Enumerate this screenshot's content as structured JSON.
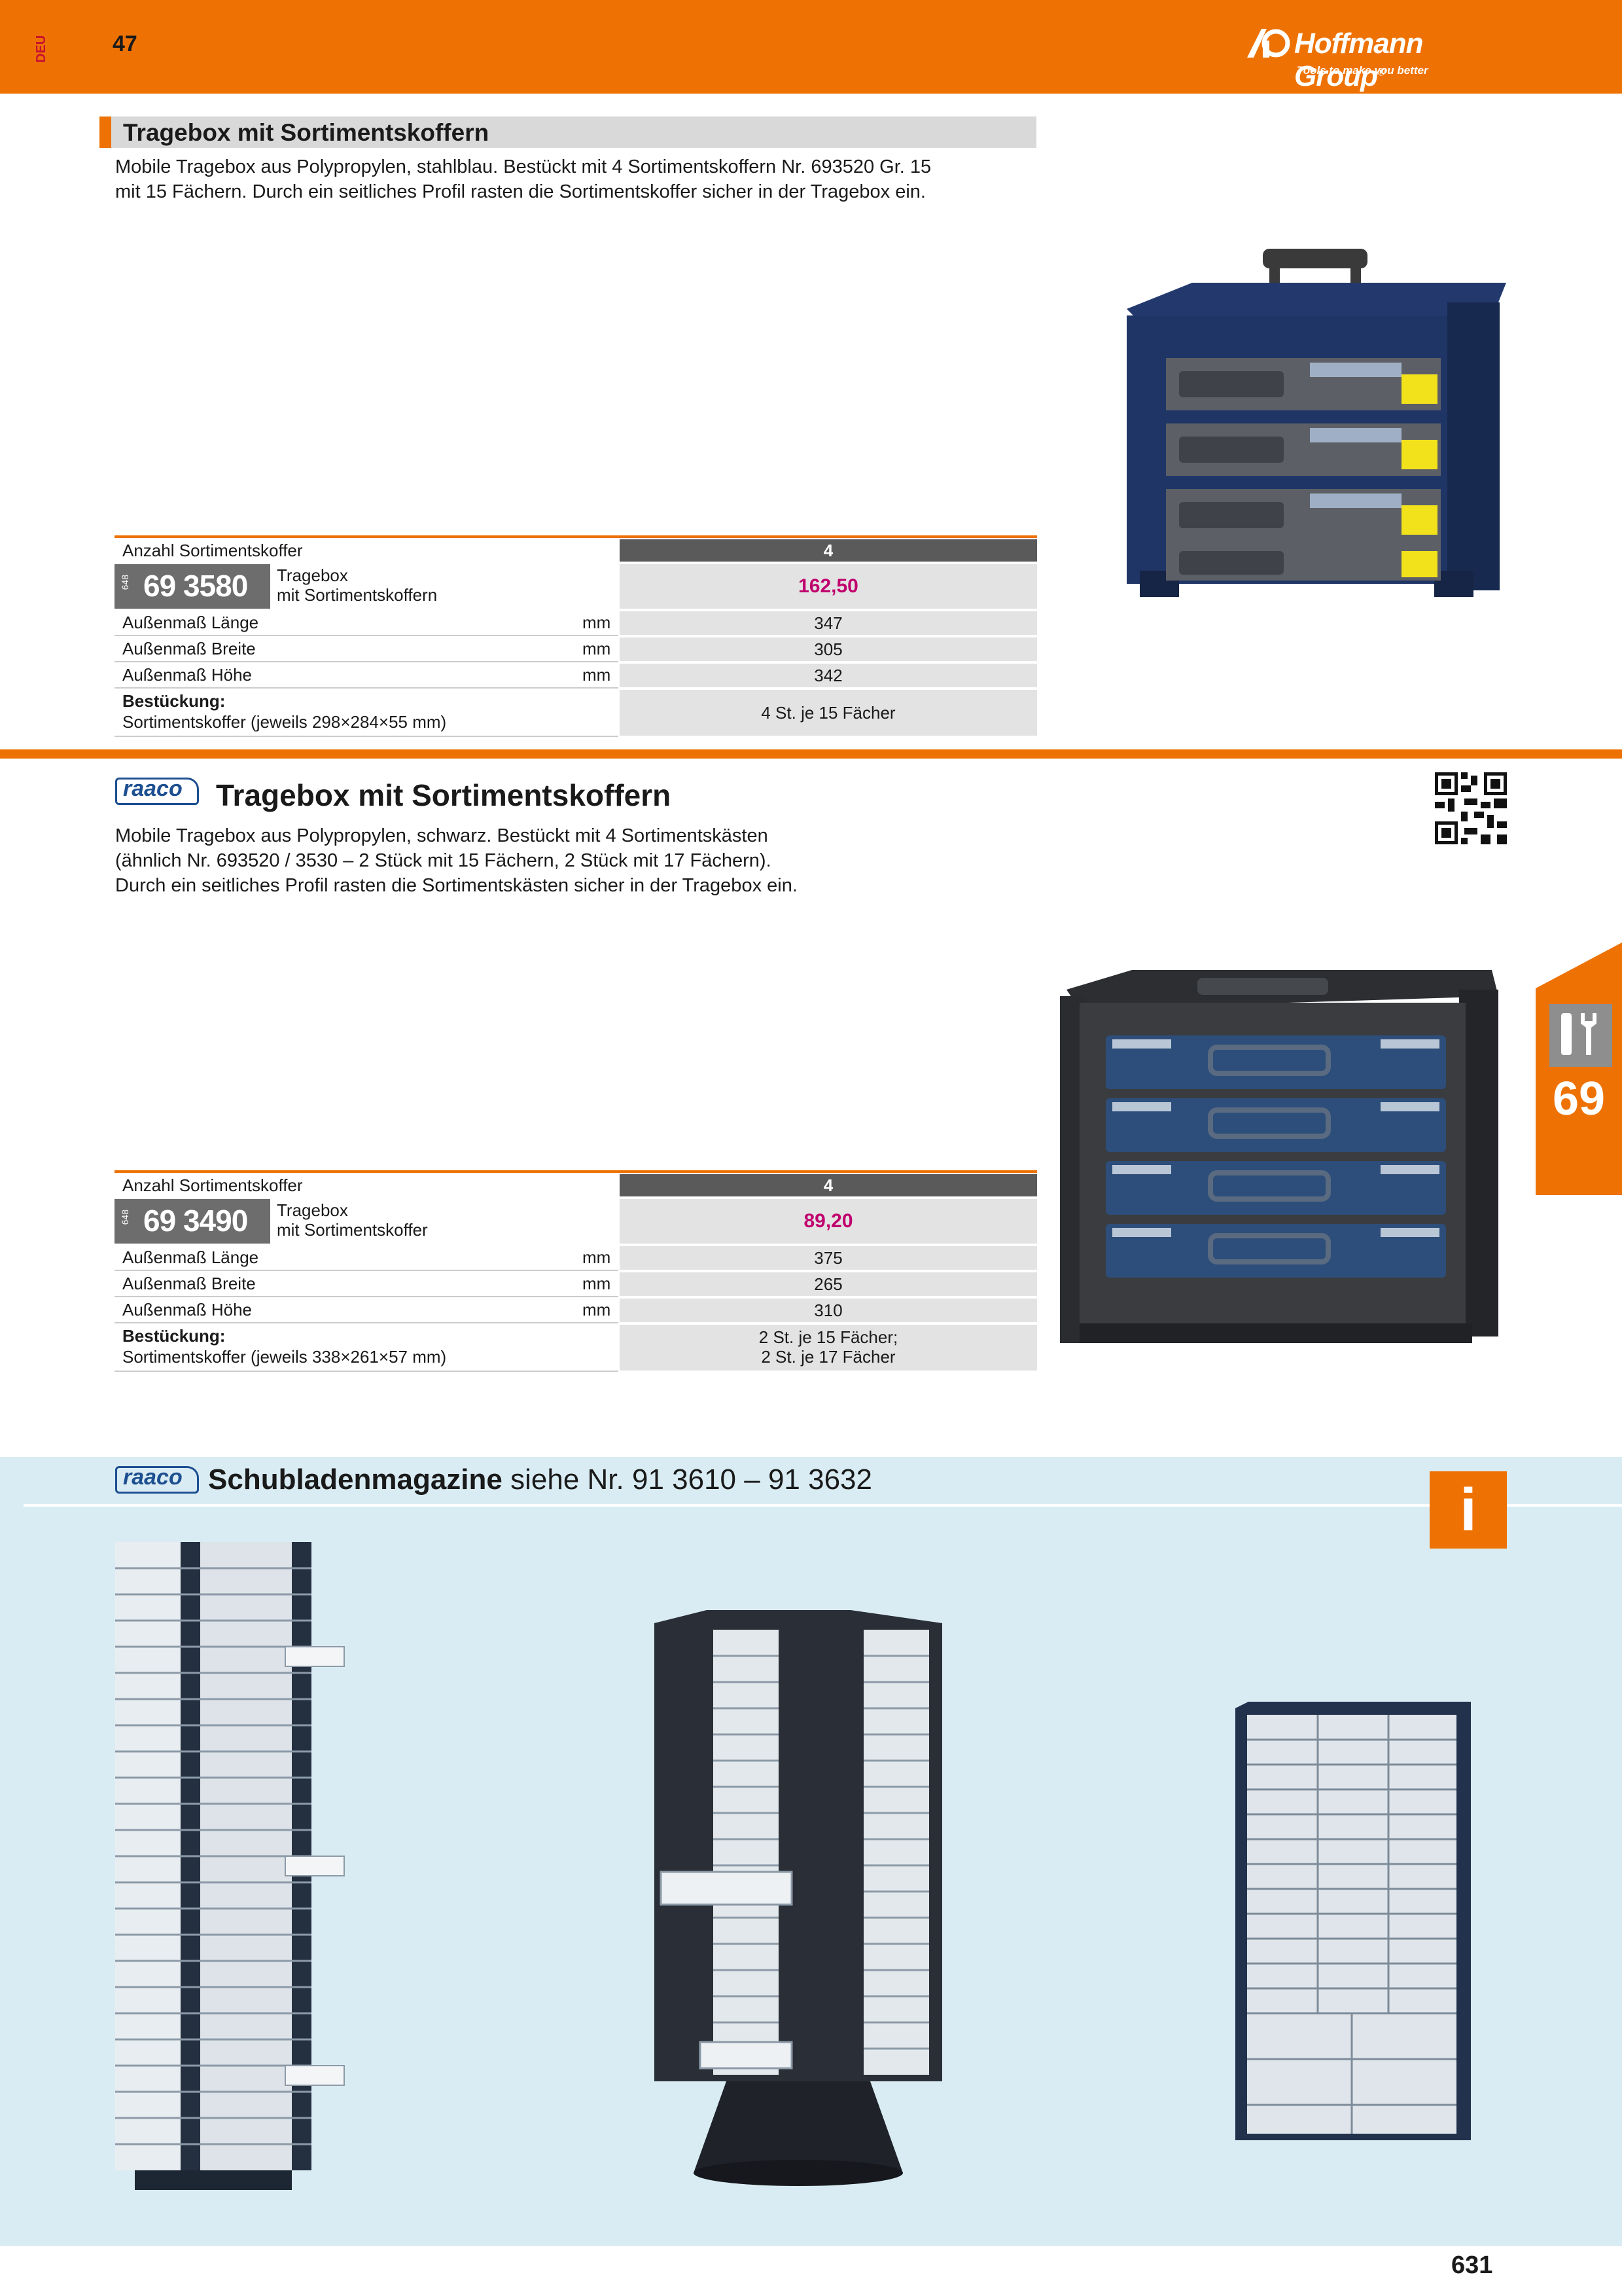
{
  "header": {
    "country_code": "DEU",
    "catalog_page": "47",
    "brand": "Hoffmann Group",
    "brand_mark": "®",
    "tagline": "Tools to make you better"
  },
  "section1": {
    "title": "Tragebox mit Sortimentskoffern",
    "description_lines": [
      "Mobile Tragebox aus Polypropylen, stahlblau. Bestückt mit 4 Sortimentskoffern Nr. 693520 Gr. 15",
      "mit 15 Fächern. Durch ein seitliches Profil rasten die Sortimentskoffer sicher in der Tragebox ein."
    ],
    "table": {
      "header_label": "Anzahl Sortimentskoffer",
      "header_value": "4",
      "article_prefix": "648",
      "article_number": "69 3580",
      "article_name_lines": [
        "Tragebox",
        "mit Sortimentskoffern"
      ],
      "price": "162,50",
      "rows": [
        {
          "label": "Außenmaß Länge",
          "unit": "mm",
          "value": "347"
        },
        {
          "label": "Außenmaß Breite",
          "unit": "mm",
          "value": "305"
        },
        {
          "label": "Außenmaß Höhe",
          "unit": "mm",
          "value": "342"
        }
      ],
      "equipment_label": "Bestückung:",
      "equipment_detail": "Sortimentskoffer (jeweils 298×284×55 mm)",
      "equipment_value_lines": [
        "4 St. je 15 Fächer"
      ]
    }
  },
  "section2": {
    "brand": "raaco",
    "title": "Tragebox mit Sortimentskoffern",
    "description_lines": [
      "Mobile Tragebox aus Polypropylen, schwarz. Bestückt mit 4 Sortimentskästen",
      "(ähnlich Nr. 693520 / 3530 – 2 Stück mit 15 Fächern, 2 Stück mit 17 Fächern).",
      "Durch ein seitliches Profil rasten die Sortimentskästen sicher in der Tragebox ein."
    ],
    "table": {
      "header_label": "Anzahl Sortimentskoffer",
      "header_value": "4",
      "article_prefix": "648",
      "article_number": "69 3490",
      "article_name_lines": [
        "Tragebox",
        "mit Sortimentskoffer"
      ],
      "price": "89,20",
      "rows": [
        {
          "label": "Außenmaß Länge",
          "unit": "mm",
          "value": "375"
        },
        {
          "label": "Außenmaß Breite",
          "unit": "mm",
          "value": "265"
        },
        {
          "label": "Außenmaß Höhe",
          "unit": "mm",
          "value": "310"
        }
      ],
      "equipment_label": "Bestückung:",
      "equipment_detail": "Sortimentskoffer (jeweils 338×261×57 mm)",
      "equipment_value_lines": [
        "2 St. je 15 Fächer;",
        "2 St. je 17 Fächer"
      ]
    }
  },
  "sidetab": {
    "chapter": "69",
    "icon": "tools-icon"
  },
  "section3": {
    "brand": "raaco",
    "title_bold": "Schubladenmagazine",
    "title_rest": " siehe Nr. 91 3610 – 91 3632",
    "info_symbol": "i"
  },
  "footer": {
    "page_number": "631"
  },
  "colors": {
    "accent_orange": "#ee7203",
    "price_magenta": "#c0006d",
    "raaco_blue": "#1d4f91",
    "info_bg": "#d9ecf3"
  }
}
